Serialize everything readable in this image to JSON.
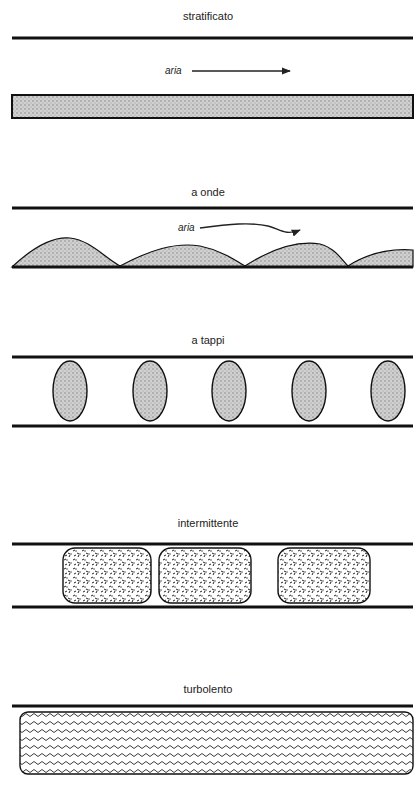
{
  "diagram": {
    "labels": [
      "stratificato",
      "aria",
      "a onde",
      "aria",
      "a tappi",
      "intermittente",
      "turbolento"
    ]
  }
}
